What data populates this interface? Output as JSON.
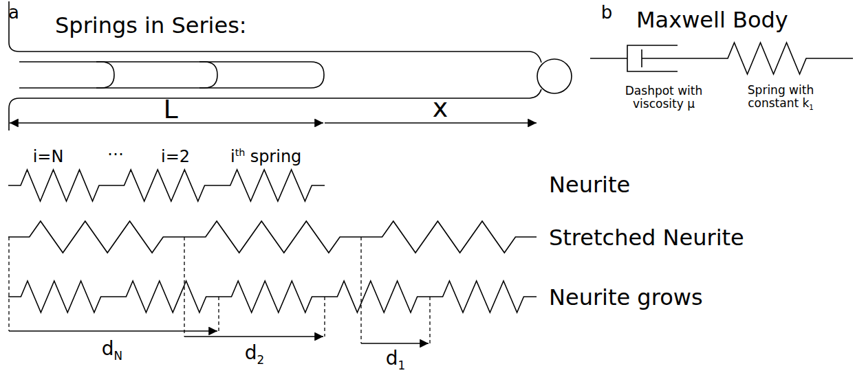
{
  "diagram": {
    "labels": [
      "a",
      "Springs in Series:",
      "L",
      "x",
      "i=N",
      "⋯",
      "i=2",
      "i",
      "th",
      "spring",
      "Neurite",
      "Stretched Neurite",
      "Neurite grows",
      "d",
      "N",
      "d",
      "2",
      "d",
      "1",
      "b",
      "Maxwell Body",
      "Dashpot with viscosity μ",
      "Spring with constant k",
      "1"
    ]
  }
}
